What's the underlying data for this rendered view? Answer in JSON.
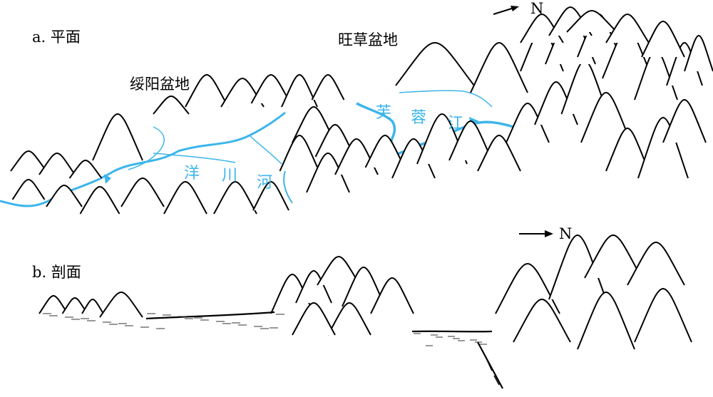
{
  "colors": {
    "river": "#3db5ea",
    "ink": "#000000"
  },
  "plan": {
    "label": "a. 平面",
    "north_label": "N",
    "basins": {
      "wangcao": "旺草盆地",
      "suiyang": "绥阳盆地"
    },
    "rivers": {
      "yangchuan": [
        "洋",
        "川",
        "河"
      ],
      "furong": [
        "芙",
        "蓉",
        "江"
      ]
    }
  },
  "section": {
    "label": "b. 剖面",
    "north_label": "N"
  }
}
